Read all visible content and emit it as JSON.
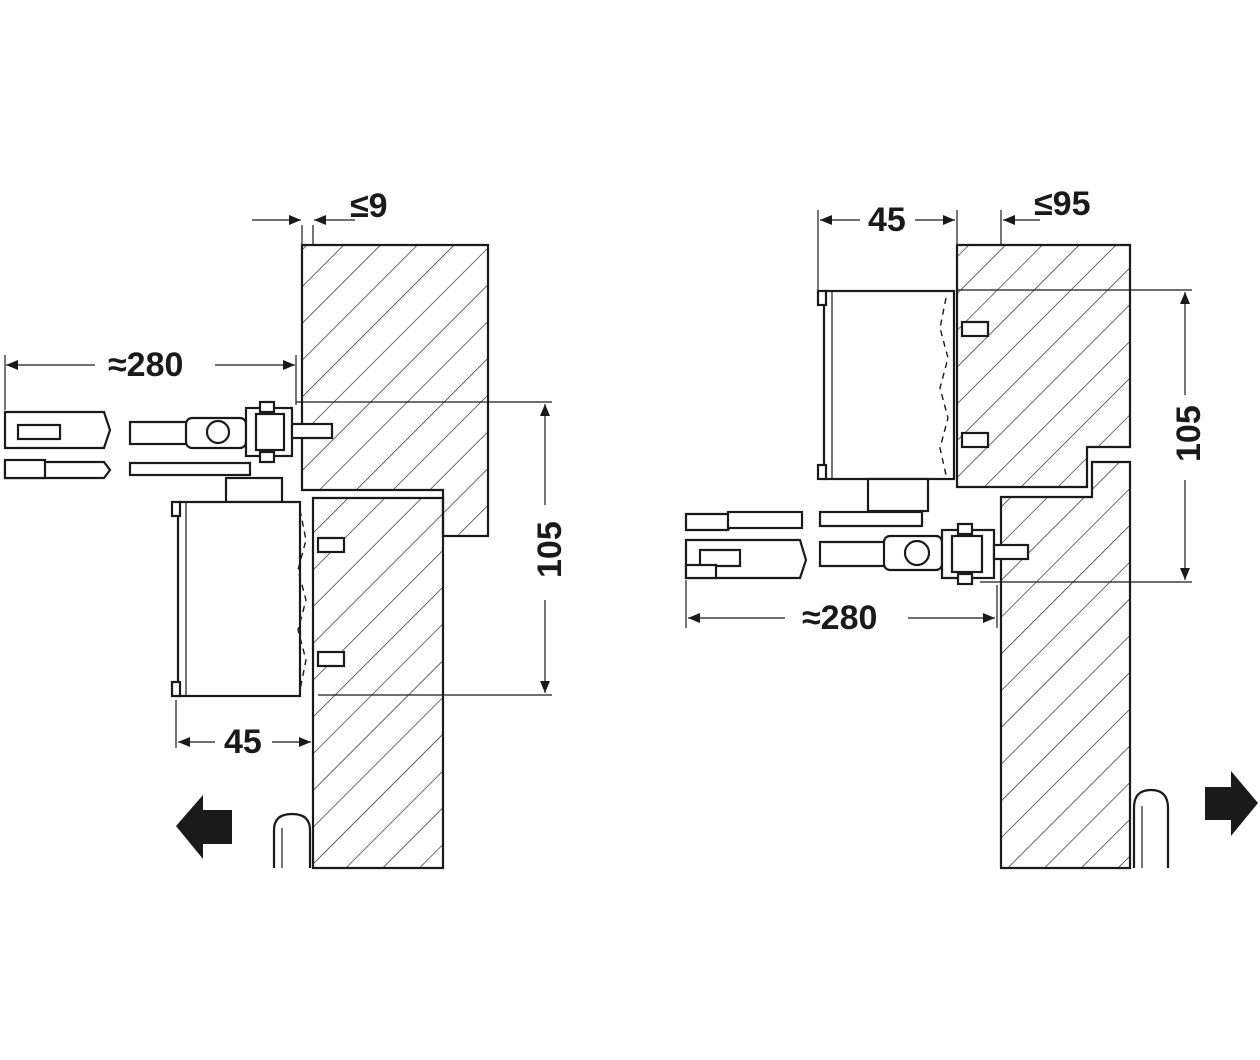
{
  "left_view": {
    "dim_top_gap": "≤9",
    "dim_arm_length": "≈280",
    "dim_height": "105",
    "dim_body_depth": "45",
    "direction": "left"
  },
  "right_view": {
    "dim_body_depth": "45",
    "dim_top_gap": "≤95",
    "dim_height": "105",
    "dim_arm_length": "≈280",
    "direction": "right"
  },
  "colors": {
    "ink": "#1a1a1a",
    "background": "#ffffff"
  }
}
